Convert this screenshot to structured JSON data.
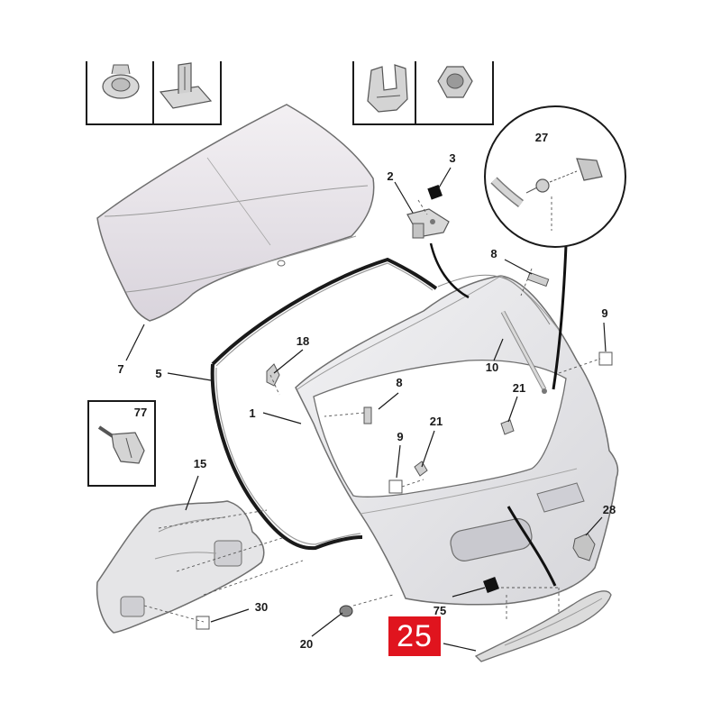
{
  "callouts": {
    "n1": "1",
    "n2": "2",
    "n3": "3",
    "n5": "5",
    "n7": "7",
    "n8a": "8",
    "n8b": "8",
    "n9a": "9",
    "n9b": "9",
    "n10": "10",
    "n15": "15",
    "n18": "18",
    "n20": "20",
    "n21a": "21",
    "n21b": "21",
    "n27": "27",
    "n28": "28",
    "n30": "30",
    "n75": "75",
    "n77": "77"
  },
  "highlight": {
    "label": "25",
    "color": "#e0141e"
  },
  "colors": {
    "line": "#1a1a1a",
    "part_fill": "#efefef",
    "part_stroke": "#6e6e6e",
    "black_part": "#111111"
  }
}
